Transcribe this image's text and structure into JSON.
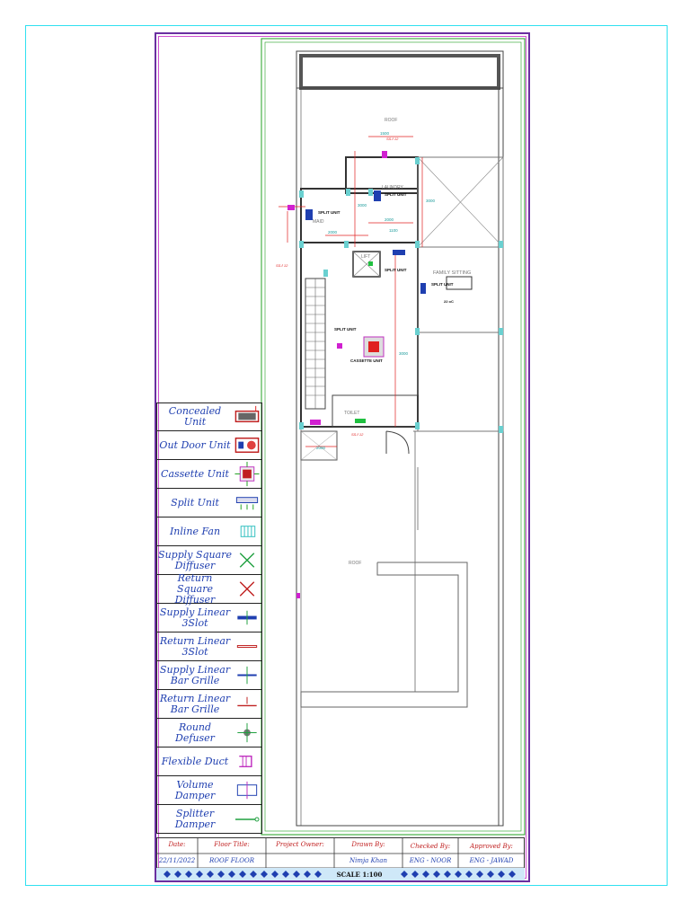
{
  "drawing": {
    "rooms": {
      "roof_top": "ROOF",
      "roof_bottom": "ROOF",
      "laundry": "LAUNDRY",
      "maid": "MAID",
      "lift": "LIFT",
      "family_sitting": "FAMILY SITTING",
      "toilet": "TOILET"
    },
    "units": {
      "split_laundry": "SPLIT UNIT",
      "split_maid": "SPLIT UNIT",
      "split_lobby": "SPLIT UNIT",
      "split_family": "SPLIT UNIT",
      "cassette": "CASSETTE UNIT",
      "split_stair": "SPLIT UNIT"
    },
    "dims": {
      "d1": "2000",
      "d2": "2000",
      "d3": "3000",
      "d4": "3000",
      "d5": "3000",
      "d6": "1500",
      "d7": "1100",
      "d8": "2000"
    },
    "notes": {
      "n1": "SS.ℓ 12",
      "n2": "SS.ℓ 12",
      "n3": "SS.ℓ 12",
      "n4": "22 oC"
    }
  },
  "legend": {
    "items": [
      {
        "label": "Concealed Unit",
        "icon": "concealed-unit-icon"
      },
      {
        "label": "Out Door Unit",
        "icon": "outdoor-unit-icon"
      },
      {
        "label": "Cassette Unit",
        "icon": "cassette-unit-icon"
      },
      {
        "label": "Split Unit",
        "icon": "split-unit-icon"
      },
      {
        "label": "Inline Fan",
        "icon": "inline-fan-icon"
      },
      {
        "label": "Supply Square Diffuser",
        "icon": "supply-square-diffuser-icon"
      },
      {
        "label": "Return Square Diffuser",
        "icon": "return-square-diffuser-icon"
      },
      {
        "label": "Supply Linear 3Slot",
        "icon": "supply-linear-3slot-icon"
      },
      {
        "label": "Return Linear 3Slot",
        "icon": "return-linear-3slot-icon"
      },
      {
        "label": "Supply Linear Bar Grille",
        "icon": "supply-linear-bar-grille-icon"
      },
      {
        "label": "Return Linear Bar Grille",
        "icon": "return-linear-bar-grille-icon"
      },
      {
        "label": "Round Defuser",
        "icon": "round-diffuser-icon"
      },
      {
        "label": "Flexible Duct",
        "icon": "flexible-duct-icon"
      },
      {
        "label": "Volume Damper",
        "icon": "volume-damper-icon"
      },
      {
        "label": "Splitter Damper",
        "icon": "splitter-damper-icon"
      }
    ]
  },
  "title_block": {
    "headers": {
      "date": "Date:",
      "floor_title": "Floor Title:",
      "project_owner": "Project Owner:",
      "drawn_by": "Drawn By:",
      "checked_by": "Checked By:",
      "approved_by": "Approved By:"
    },
    "values": {
      "date": "22/11/2022",
      "floor_title": "ROOF FLOOR",
      "project_owner": "",
      "drawn_by": "Nimja Khan",
      "checked_by": "ENG - NOOR",
      "approved_by": "ENG - JAWAD"
    },
    "scale": "SCALE 1:100"
  },
  "colors": {
    "frame_cyan": "#30e0f0",
    "frame_purple": "#6a2fa0",
    "legend_text": "#1f3fb0",
    "title_head": "#c02020",
    "wall": "#333333",
    "dim_red": "#e02020"
  }
}
